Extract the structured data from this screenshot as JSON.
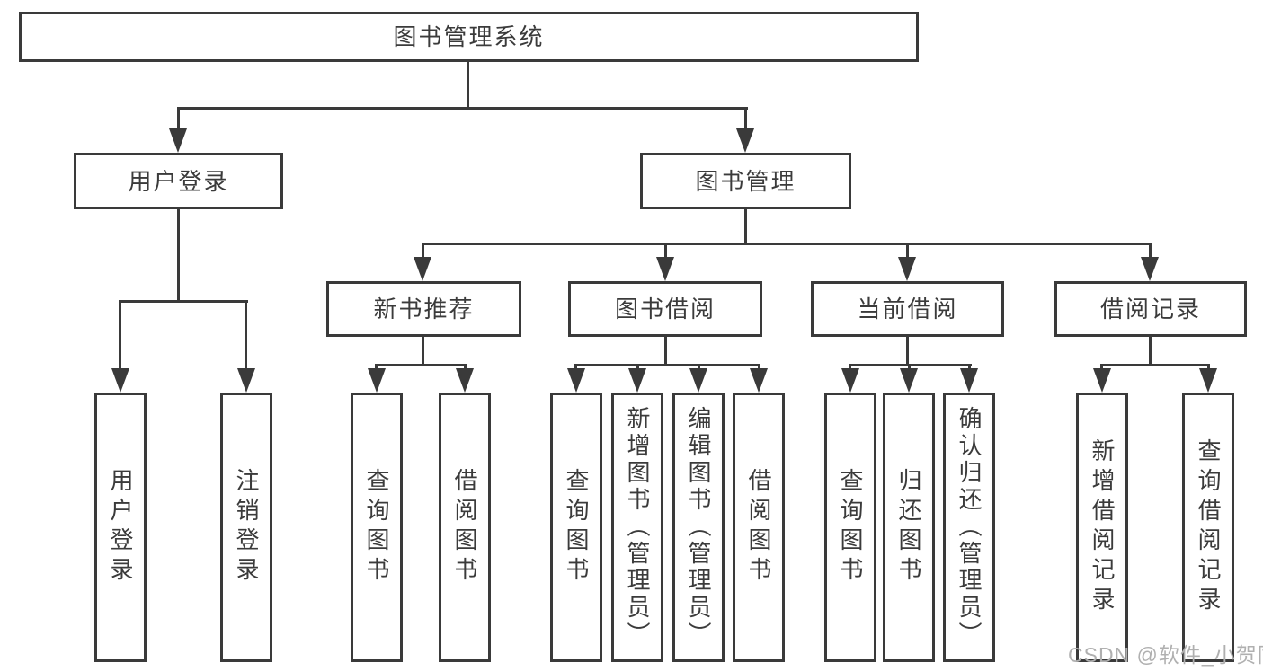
{
  "diagram": {
    "root": {
      "label": "图书管理系统"
    },
    "level2": [
      {
        "label": "用户登录"
      },
      {
        "label": "图书管理"
      }
    ],
    "level3": [
      {
        "label": "新书推荐"
      },
      {
        "label": "图书借阅"
      },
      {
        "label": "当前借阅"
      },
      {
        "label": "借阅记录"
      }
    ],
    "leaves": {
      "user_login": [
        {
          "label": "用户登录"
        },
        {
          "label": "注销登录"
        }
      ],
      "new_book_recommend": [
        {
          "label": "查询图书"
        },
        {
          "label": "借阅图书"
        }
      ],
      "book_borrowing": [
        {
          "label": "查询图书"
        },
        {
          "label": "新增图书（管理员）"
        },
        {
          "label": "编辑图书（管理员）"
        },
        {
          "label": "借阅图书"
        }
      ],
      "current_borrowing": [
        {
          "label": "查询图书"
        },
        {
          "label": "归还图书"
        },
        {
          "label": "确认归还（管理员）"
        }
      ],
      "borrowing_records": [
        {
          "label": "新增借阅记录"
        },
        {
          "label": "查询借阅记录"
        }
      ]
    }
  },
  "watermark": {
    "text": "CSDN @软件_小贺同学"
  },
  "colors": {
    "line": "#3a3a3a",
    "text": "#3b3b3b",
    "watermark": "#b0b0b0",
    "background": "#ffffff"
  }
}
